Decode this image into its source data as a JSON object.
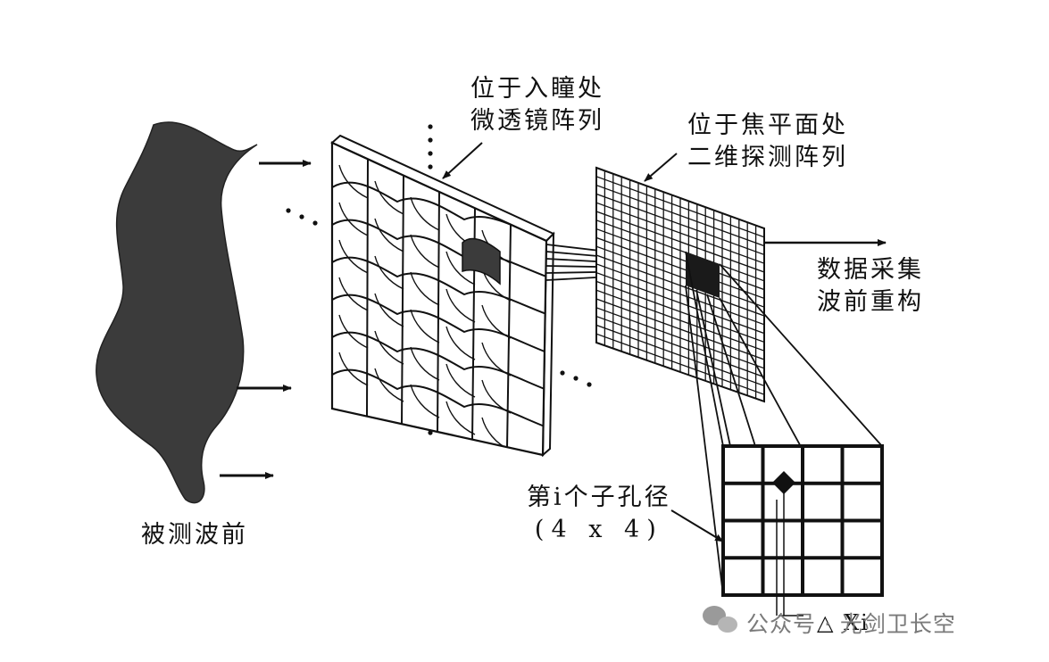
{
  "labels": {
    "wavefront": "被测波前",
    "lenslet_line1": "位于入瞳处",
    "lenslet_line2": "微透镜阵列",
    "detector_line1": "位于焦平面处",
    "detector_line2": "二维探测阵列",
    "recon_line1": "数据采集",
    "recon_line2": "波前重构",
    "subaperture_line1": "第i个子孔径",
    "subaperture_line2": "(4 x 4)",
    "delta": "△ Xi"
  },
  "watermark": {
    "text": "公众号 · 光剑卫长空",
    "icon": "wechat-icon"
  },
  "colors": {
    "ink": "#111111",
    "wavefront_fill": "#3b3b3b",
    "watermark": "#7a7a7a"
  }
}
